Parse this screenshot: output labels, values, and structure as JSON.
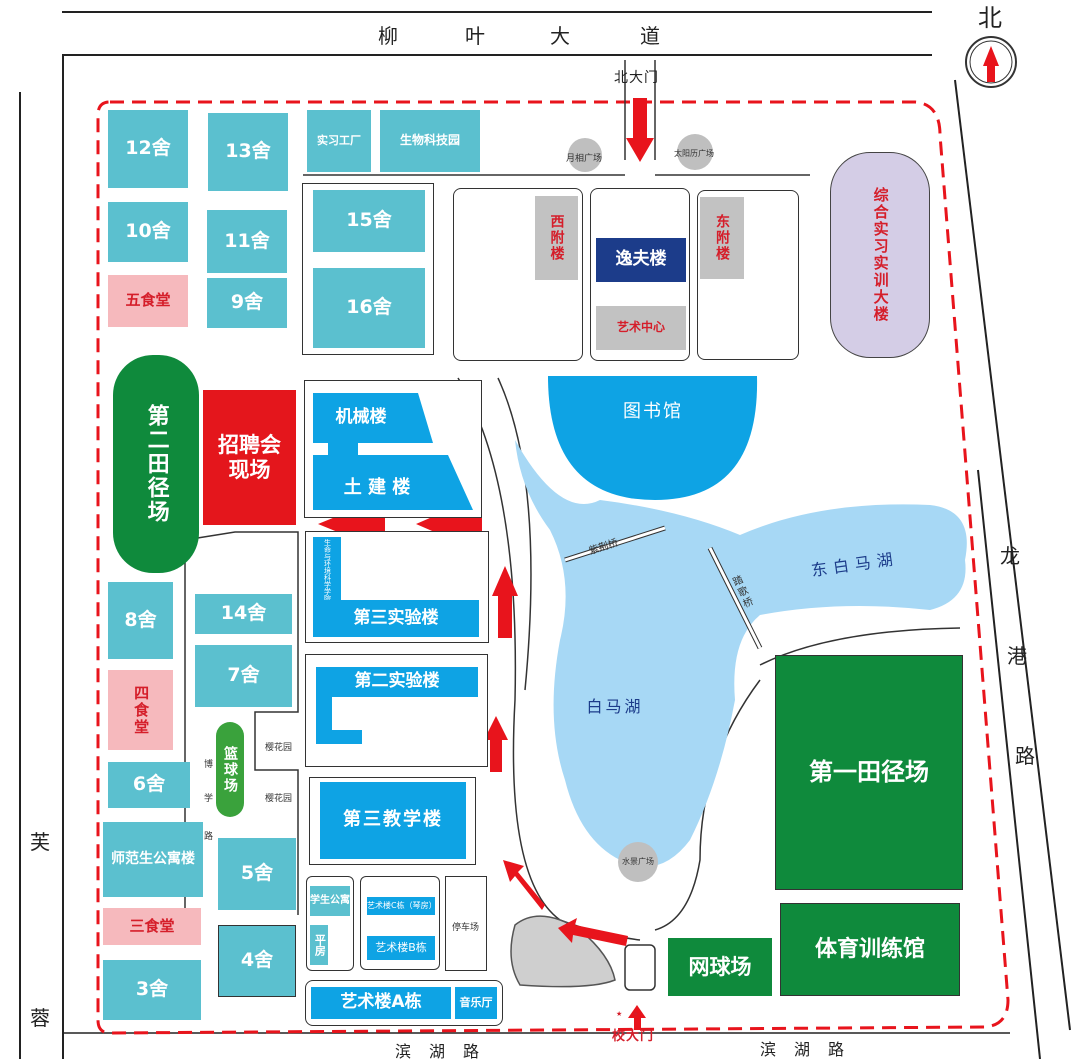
{
  "roads": {
    "north": [
      "柳",
      "叶",
      "大",
      "道"
    ],
    "east": [
      "龙",
      "港",
      "路"
    ],
    "west": [
      "芙",
      "蓉"
    ],
    "south_left": "滨　湖　路",
    "south_right": "滨　湖　路"
  },
  "compass": {
    "label": "北"
  },
  "gates": {
    "north": "北大门",
    "main": "校大门",
    "main_stars": "★ ★"
  },
  "plazas": {
    "yuexiang": "月相广场",
    "taiyangli": "太阳历广场",
    "shuijing": "水景广场"
  },
  "dorms": {
    "d12": "12舍",
    "d13": "13舍",
    "d10": "10舍",
    "d11": "11舍",
    "d9": "9舍",
    "d15": "15舍",
    "d16": "16舍",
    "d14": "14舍",
    "d7": "7舍",
    "d8": "8舍",
    "d6": "6舍",
    "d5": "5舍",
    "d4": "4舍",
    "d3": "3舍",
    "shifan": "师范生公寓楼",
    "student_apt": "学生公寓",
    "pingfang": "平房"
  },
  "canteens": {
    "c5": "五食堂",
    "c4": "四食堂",
    "c3": "三食堂"
  },
  "buildings": {
    "shixi": "实习工厂",
    "shengwu": "生物科技园",
    "xifu": "西附楼",
    "dongfu": "东附楼",
    "yifu": "逸夫楼",
    "yishu_center": "艺术中心",
    "zonghe": "综合实习实训大楼",
    "library": "图书馆",
    "jixie": "机械楼",
    "tujian": "土 建 楼",
    "shengming": "生命与环境科学学院",
    "lab3": "第三实验楼",
    "lab2": "第二实验楼",
    "teach3": "第三教学楼",
    "artC": "艺术楼C栋（琴房）",
    "artB": "艺术楼B栋",
    "artA": "艺术楼A栋",
    "music": "音乐厅",
    "parking": "停车场",
    "gym": "体育训练馆",
    "tennis": "网球场"
  },
  "fields": {
    "field2": "第二田径场",
    "field1": "第一田径场",
    "basketball": "篮球场",
    "recruit": "招聘会现场"
  },
  "gardens": {
    "g1": "樱花园",
    "g2": "樱花园"
  },
  "boxue_road": [
    "博",
    "学",
    "路"
  ],
  "lakes": {
    "baima": "白马湖",
    "dongbaima": "东白马湖"
  },
  "bridges": {
    "zijing": "紫荆桥",
    "tage": "踏歌桥"
  },
  "colors": {
    "route": "#e8141c",
    "teal": "#5bc0cf",
    "lake": "#a7d8f5",
    "water_blue": "#0ea3e4",
    "green": "#0f8a3c"
  }
}
